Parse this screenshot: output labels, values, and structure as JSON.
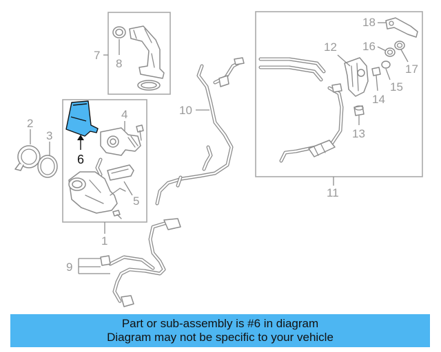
{
  "diagram": {
    "callouts": {
      "c1": "1",
      "c2": "2",
      "c3": "3",
      "c4": "4",
      "c5": "5",
      "c6": "6",
      "c7": "7",
      "c8": "8",
      "c9": "9",
      "c10": "10",
      "c11": "11",
      "c12": "12",
      "c13": "13",
      "c14": "14",
      "c15": "15",
      "c16": "16",
      "c17": "17",
      "c18": "18"
    },
    "highlighted_part": "6",
    "highlight_color": "#4db6f2"
  },
  "banner": {
    "line1": "Part or sub-assembly is #6 in diagram",
    "line2": "Diagram may not be specific to your vehicle",
    "background": "#4db6f2"
  }
}
